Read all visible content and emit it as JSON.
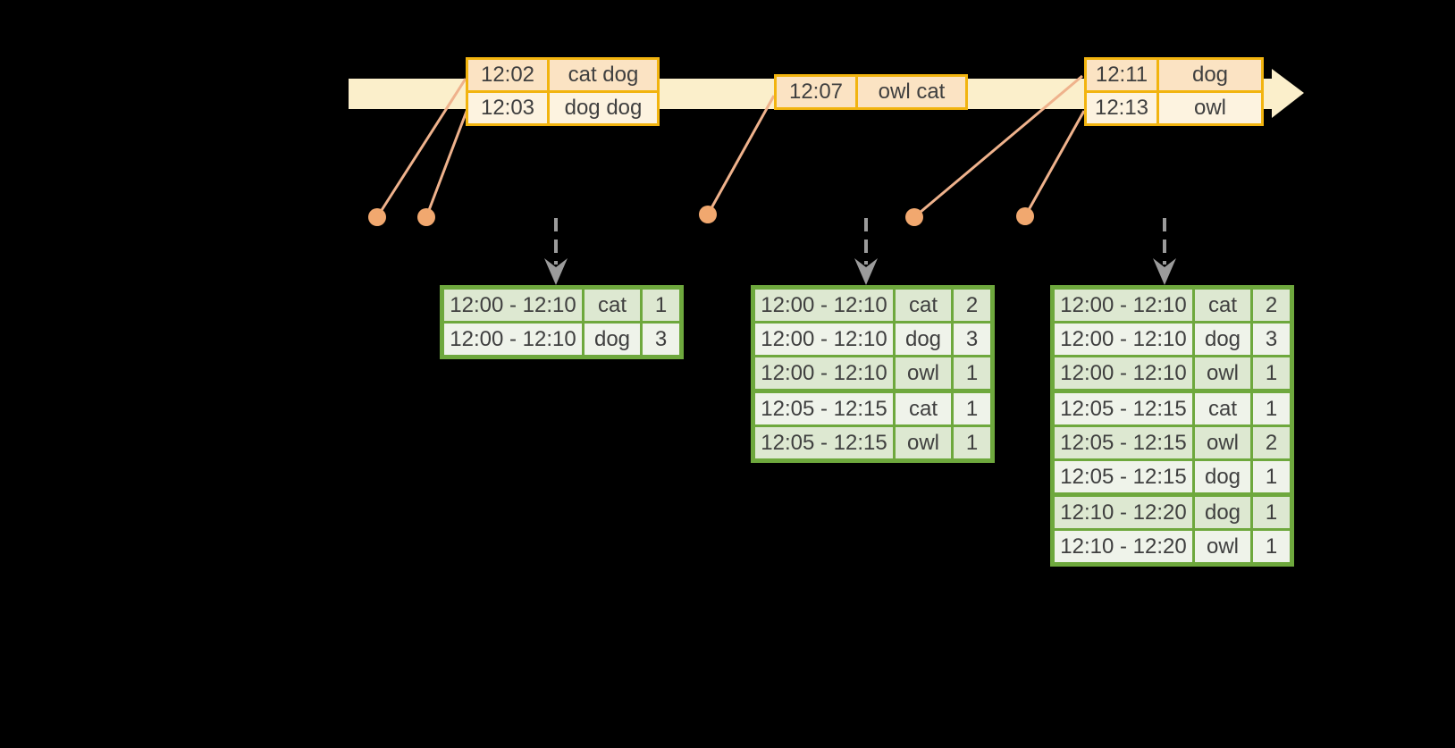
{
  "colors": {
    "background": "#000000",
    "timeline": "#FBEFCB",
    "orange_border": "#F2B40F",
    "peach": "#FBE3C3",
    "cream": "#FDF3E0",
    "dot": "#F1A86F",
    "line": "#EFB28C",
    "green_border": "#6EA83D",
    "sage": "#DDE8D1",
    "pale": "#EFF3EA",
    "gray": "#9B9B9B",
    "text": "#3F3F3F"
  },
  "shapes": {
    "timeline_arrow": "right-arrow-band",
    "event_markers": "orange-dots-with-leader-lines",
    "trigger_arrows": "gray-dashed-down-arrows"
  },
  "event_tables": [
    {
      "name": "event-table-1",
      "rows": [
        [
          "12:02",
          "cat dog"
        ],
        [
          "12:03",
          "dog dog"
        ]
      ]
    },
    {
      "name": "event-table-2",
      "rows": [
        [
          "12:07",
          "owl cat"
        ]
      ]
    },
    {
      "name": "event-table-3",
      "rows": [
        [
          "12:11",
          "dog"
        ],
        [
          "12:13",
          "owl"
        ]
      ]
    }
  ],
  "result_tables": [
    {
      "name": "result-table-1",
      "rows": [
        [
          "12:00 - 12:10",
          "cat",
          "1"
        ],
        [
          "12:00 - 12:10",
          "dog",
          "3"
        ]
      ]
    },
    {
      "name": "result-table-2",
      "rows": [
        [
          "12:00 - 12:10",
          "cat",
          "2"
        ],
        [
          "12:00 - 12:10",
          "dog",
          "3"
        ],
        [
          "12:00 - 12:10",
          "owl",
          "1"
        ],
        [
          "12:05 - 12:15",
          "cat",
          "1"
        ],
        [
          "12:05 - 12:15",
          "owl",
          "1"
        ]
      ]
    },
    {
      "name": "result-table-3",
      "rows": [
        [
          "12:00 - 12:10",
          "cat",
          "2"
        ],
        [
          "12:00 - 12:10",
          "dog",
          "3"
        ],
        [
          "12:00 - 12:10",
          "owl",
          "1"
        ],
        [
          "12:05 - 12:15",
          "cat",
          "1"
        ],
        [
          "12:05 - 12:15",
          "owl",
          "2"
        ],
        [
          "12:05 - 12:15",
          "dog",
          "1"
        ],
        [
          "12:10 - 12:20",
          "dog",
          "1"
        ],
        [
          "12:10 - 12:20",
          "owl",
          "1"
        ]
      ]
    }
  ]
}
